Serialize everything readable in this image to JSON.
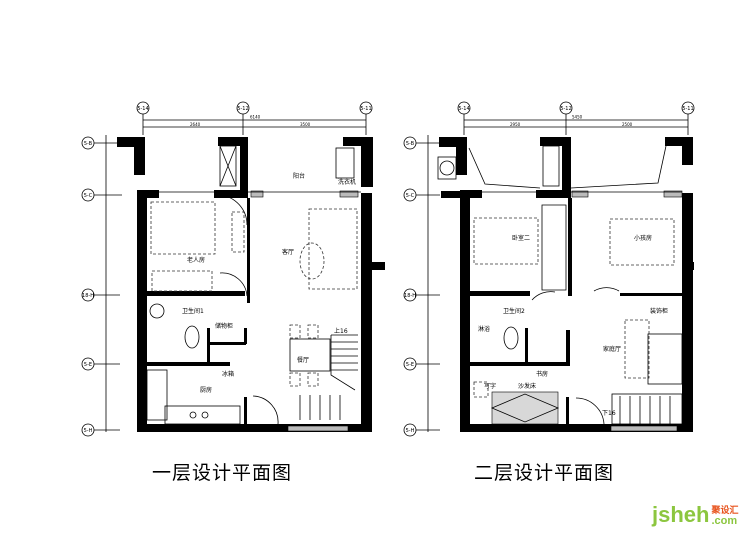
{
  "plans": [
    {
      "title": "一层设计平面图",
      "axes_top": [
        "5-14",
        "5-12",
        "5-11"
      ],
      "axes_left": [
        "5-B",
        "5-C",
        "18-H",
        "5-E",
        "5-H"
      ],
      "dims": [
        "6140",
        "2640",
        "3500"
      ],
      "rooms": {
        "balcony": "阳台",
        "washer": "洗衣机",
        "elder_room": "老人房",
        "living": "客厅",
        "bath1": "卫生间1",
        "storage": "储物柜",
        "dining": "餐厅",
        "stairs_up": "上16",
        "kitchen": "厨房",
        "fridge": "冰箱"
      }
    },
    {
      "title": "二层设计平面图",
      "axes_top": [
        "5-14",
        "5-12",
        "5-11"
      ],
      "axes_left": [
        "5-B",
        "5-C",
        "18-H",
        "5-E",
        "5-H"
      ],
      "dims": [
        "5450",
        "2950",
        "2500"
      ],
      "rooms": {
        "bedroom2": "卧室二",
        "kids_room": "小孩房",
        "bath2": "卫生间2",
        "shower": "淋浴",
        "deco_cabinet": "装饰柜",
        "family_hall": "家庭厅",
        "study": "书房",
        "desk": "写字",
        "sofa_bed": "沙发床",
        "stairs_down": "下16"
      }
    }
  ],
  "logo": {
    "text": "jsheh",
    "suffix": ".com",
    "cn": "聚设汇"
  }
}
